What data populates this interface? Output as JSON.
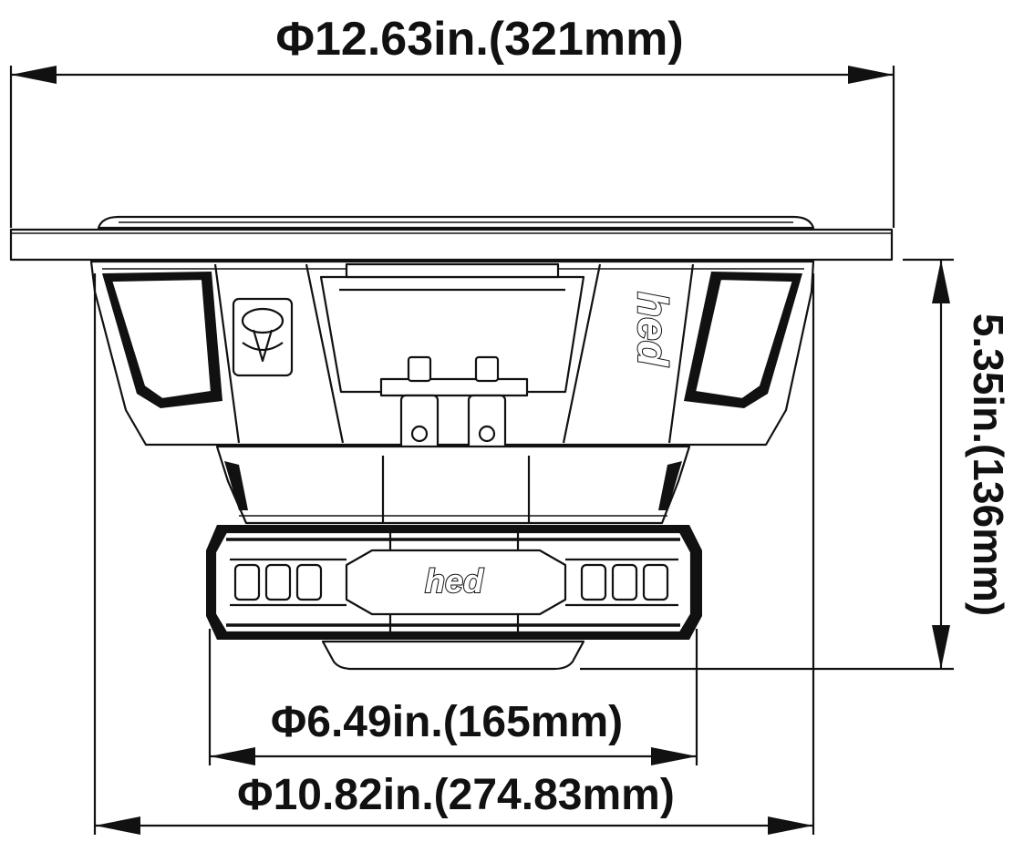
{
  "dimensions": {
    "outer_diameter": "Φ12.63in.(321mm)",
    "depth": "5.35in.(136mm)",
    "magnet_diameter": "Φ6.49in.(165mm)",
    "mounting_diameter": "Φ10.82in.(274.83mm)"
  },
  "logos": {
    "basket_logo": "hed",
    "magnet_logo": "hed"
  },
  "colors": {
    "line": "#111111",
    "background": "#ffffff"
  }
}
